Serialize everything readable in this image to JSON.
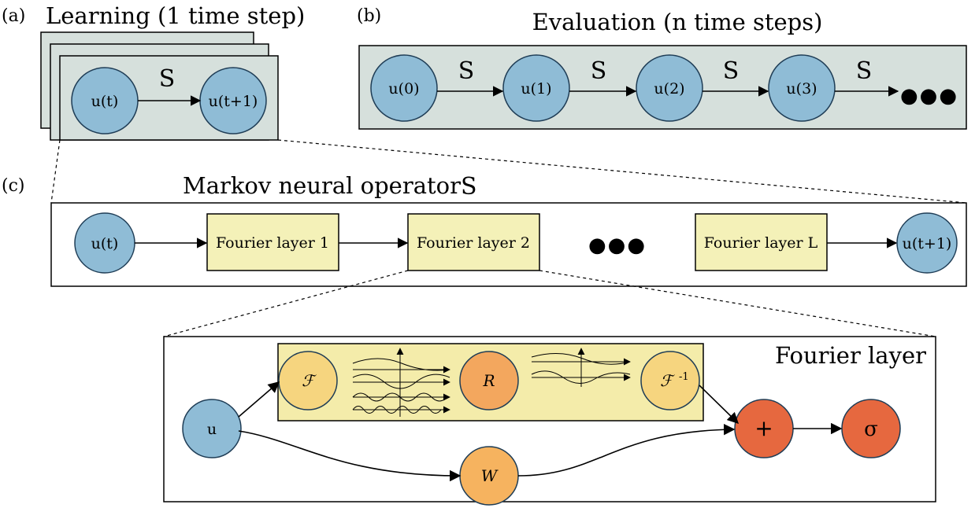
{
  "panel_a": {
    "tag": "(a)",
    "title": "Learning (1 time step)",
    "input_node": "u(t)",
    "output_node": "u(t+1)",
    "operator": "S"
  },
  "panel_b": {
    "tag": "(b)",
    "title": "Evaluation (n time steps)",
    "nodes": [
      "u(0)",
      "u(1)",
      "u(2)",
      "u(3)"
    ],
    "operator": "S",
    "ellipsis": "●●●"
  },
  "panel_c": {
    "tag": "(c)",
    "title": "Markov neural operator",
    "operator": "S",
    "input_node": "u(t)",
    "layers": [
      "Fourier layer 1",
      "Fourier layer 2",
      "Fourier layer L"
    ],
    "output_node": "u(t+1)",
    "ellipsis": "●●●"
  },
  "fourier_layer": {
    "title": "Fourier layer",
    "input": "u",
    "fft": "ℱ",
    "spectral": "R",
    "ifft": "ℱ",
    "ifft_sup": "-1",
    "linear": "W",
    "sum": "+",
    "activation": "σ"
  },
  "colors": {
    "node_blue": "#8fbcd6",
    "panel_gray": "#d6e0dc",
    "layer_yellow": "#f4f1b8",
    "spectral_bg": "#f4ecaa",
    "fft_circle": "#f6d57f",
    "spectral_circle": "#f3a75e",
    "sum_red": "#e6683f",
    "outline": "#1f3d56"
  }
}
